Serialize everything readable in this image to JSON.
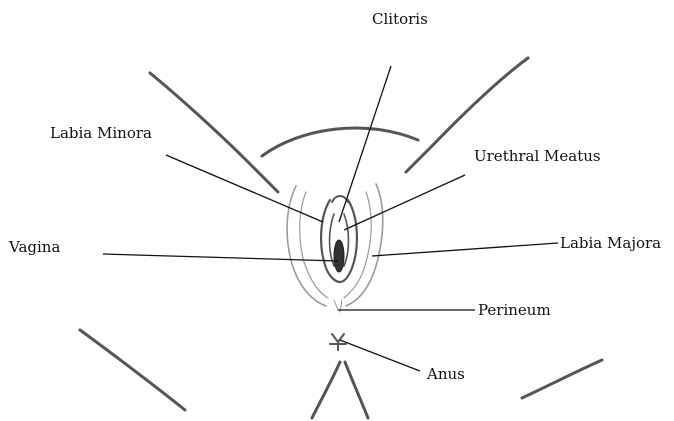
{
  "labels": {
    "clitoris": "Clitoris",
    "labia_minora": "Labia Minora",
    "urethral_meatus": "Urethral Meatus",
    "vagina": "Vagina",
    "labia_majora": "Labia Majora",
    "perineum": "Perineum",
    "anus": "Anus"
  },
  "colors": {
    "background": "#ffffff",
    "line": "#111111",
    "sketch": "#555555"
  }
}
